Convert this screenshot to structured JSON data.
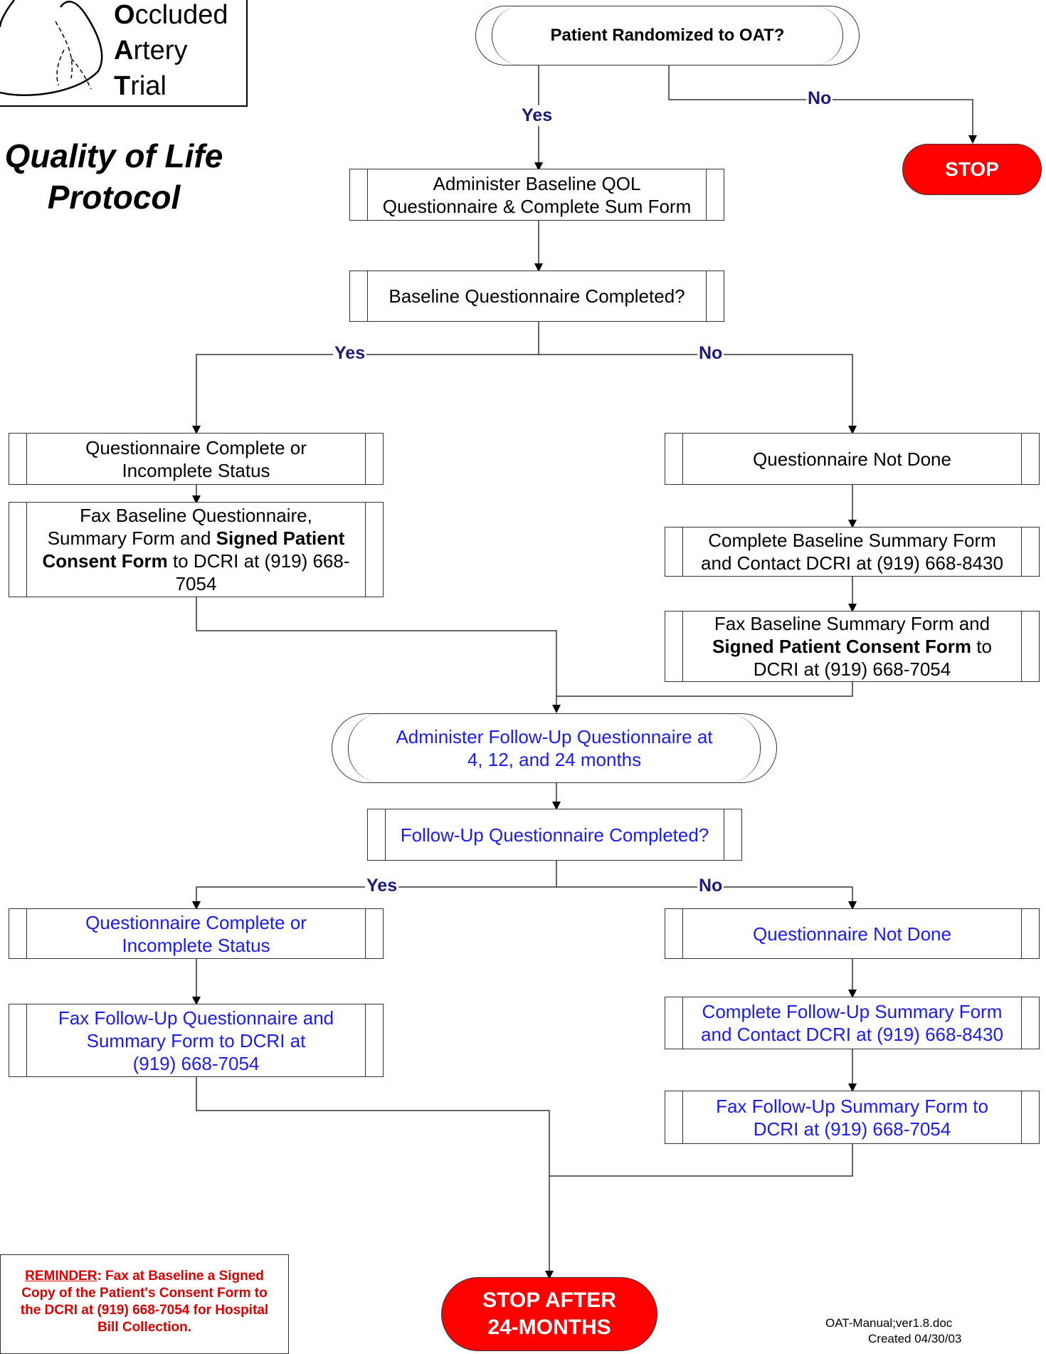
{
  "logo": {
    "word1_initial": "O",
    "word1_rest": "ccluded",
    "word2_initial": "A",
    "word2_rest": "rtery",
    "word3_initial": "T",
    "word3_rest": "rial"
  },
  "title": {
    "line1": "Quality of Life",
    "line2": "Protocol"
  },
  "nodes": {
    "randomized": "Patient Randomized to OAT?",
    "stop_top": "STOP",
    "admin_baseline_1": "Administer Baseline QOL",
    "admin_baseline_2": "Questionnaire & Complete Sum Form",
    "baseline_completed": "Baseline Questionnaire Completed?",
    "q_complete_1": "Questionnaire Complete or",
    "q_complete_2": "Incomplete Status",
    "fax_baseline_1": "Fax Baseline Questionnaire,",
    "fax_baseline_2a": "Summary Form and ",
    "fax_baseline_2b": "Signed Patient",
    "fax_baseline_3a": "Consent Form",
    "fax_baseline_3b": " to DCRI at (919) 668-",
    "fax_baseline_4": "7054",
    "q_not_done": "Questionnaire Not Done",
    "complete_baseline_sum_1": "Complete Baseline Summary Form",
    "complete_baseline_sum_2": "and Contact DCRI at (919) 668-8430",
    "fax_baseline_sum_1": "Fax Baseline Summary Form and",
    "fax_baseline_sum_2a": "Signed Patient Consent Form",
    "fax_baseline_sum_2b": " to",
    "fax_baseline_sum_3": "DCRI at (919) 668-7054",
    "admin_followup_1": "Administer Follow-Up Questionnaire at",
    "admin_followup_2": "4, 12, and 24 months",
    "followup_completed": "Follow-Up Questionnaire Completed?",
    "fu_q_complete_1": "Questionnaire Complete or",
    "fu_q_complete_2": "Incomplete Status",
    "fax_followup_1": "Fax Follow-Up Questionnaire and",
    "fax_followup_2": "Summary Form to DCRI at",
    "fax_followup_3": "(919) 668-7054",
    "fu_q_not_done": "Questionnaire Not Done",
    "complete_fu_sum_1": "Complete Follow-Up Summary Form",
    "complete_fu_sum_2": "and Contact DCRI at (919) 668-8430",
    "fax_fu_sum_1": "Fax Follow-Up Summary Form to",
    "fax_fu_sum_2": "DCRI at (919) 668-7054",
    "stop_bottom_1": "STOP AFTER",
    "stop_bottom_2": "24-MONTHS"
  },
  "edge_labels": {
    "yes": "Yes",
    "no": "No"
  },
  "reminder": {
    "heading": "REMINDER",
    "text_1": ":  Fax at Baseline a Signed",
    "text_2": "Copy of the Patient's Consent Form to",
    "text_3": "the DCRI at (919) 668-7054 for Hospital",
    "text_4": "Bill Collection."
  },
  "footer": {
    "line1": "OAT-Manual;ver1.8.doc",
    "line2": "Created 04/30/03"
  },
  "colors": {
    "stop_fill": "#ff0000",
    "followup_text": "#1a1aff",
    "label_text": "#1a1a80",
    "reminder_text": "#e00000"
  }
}
